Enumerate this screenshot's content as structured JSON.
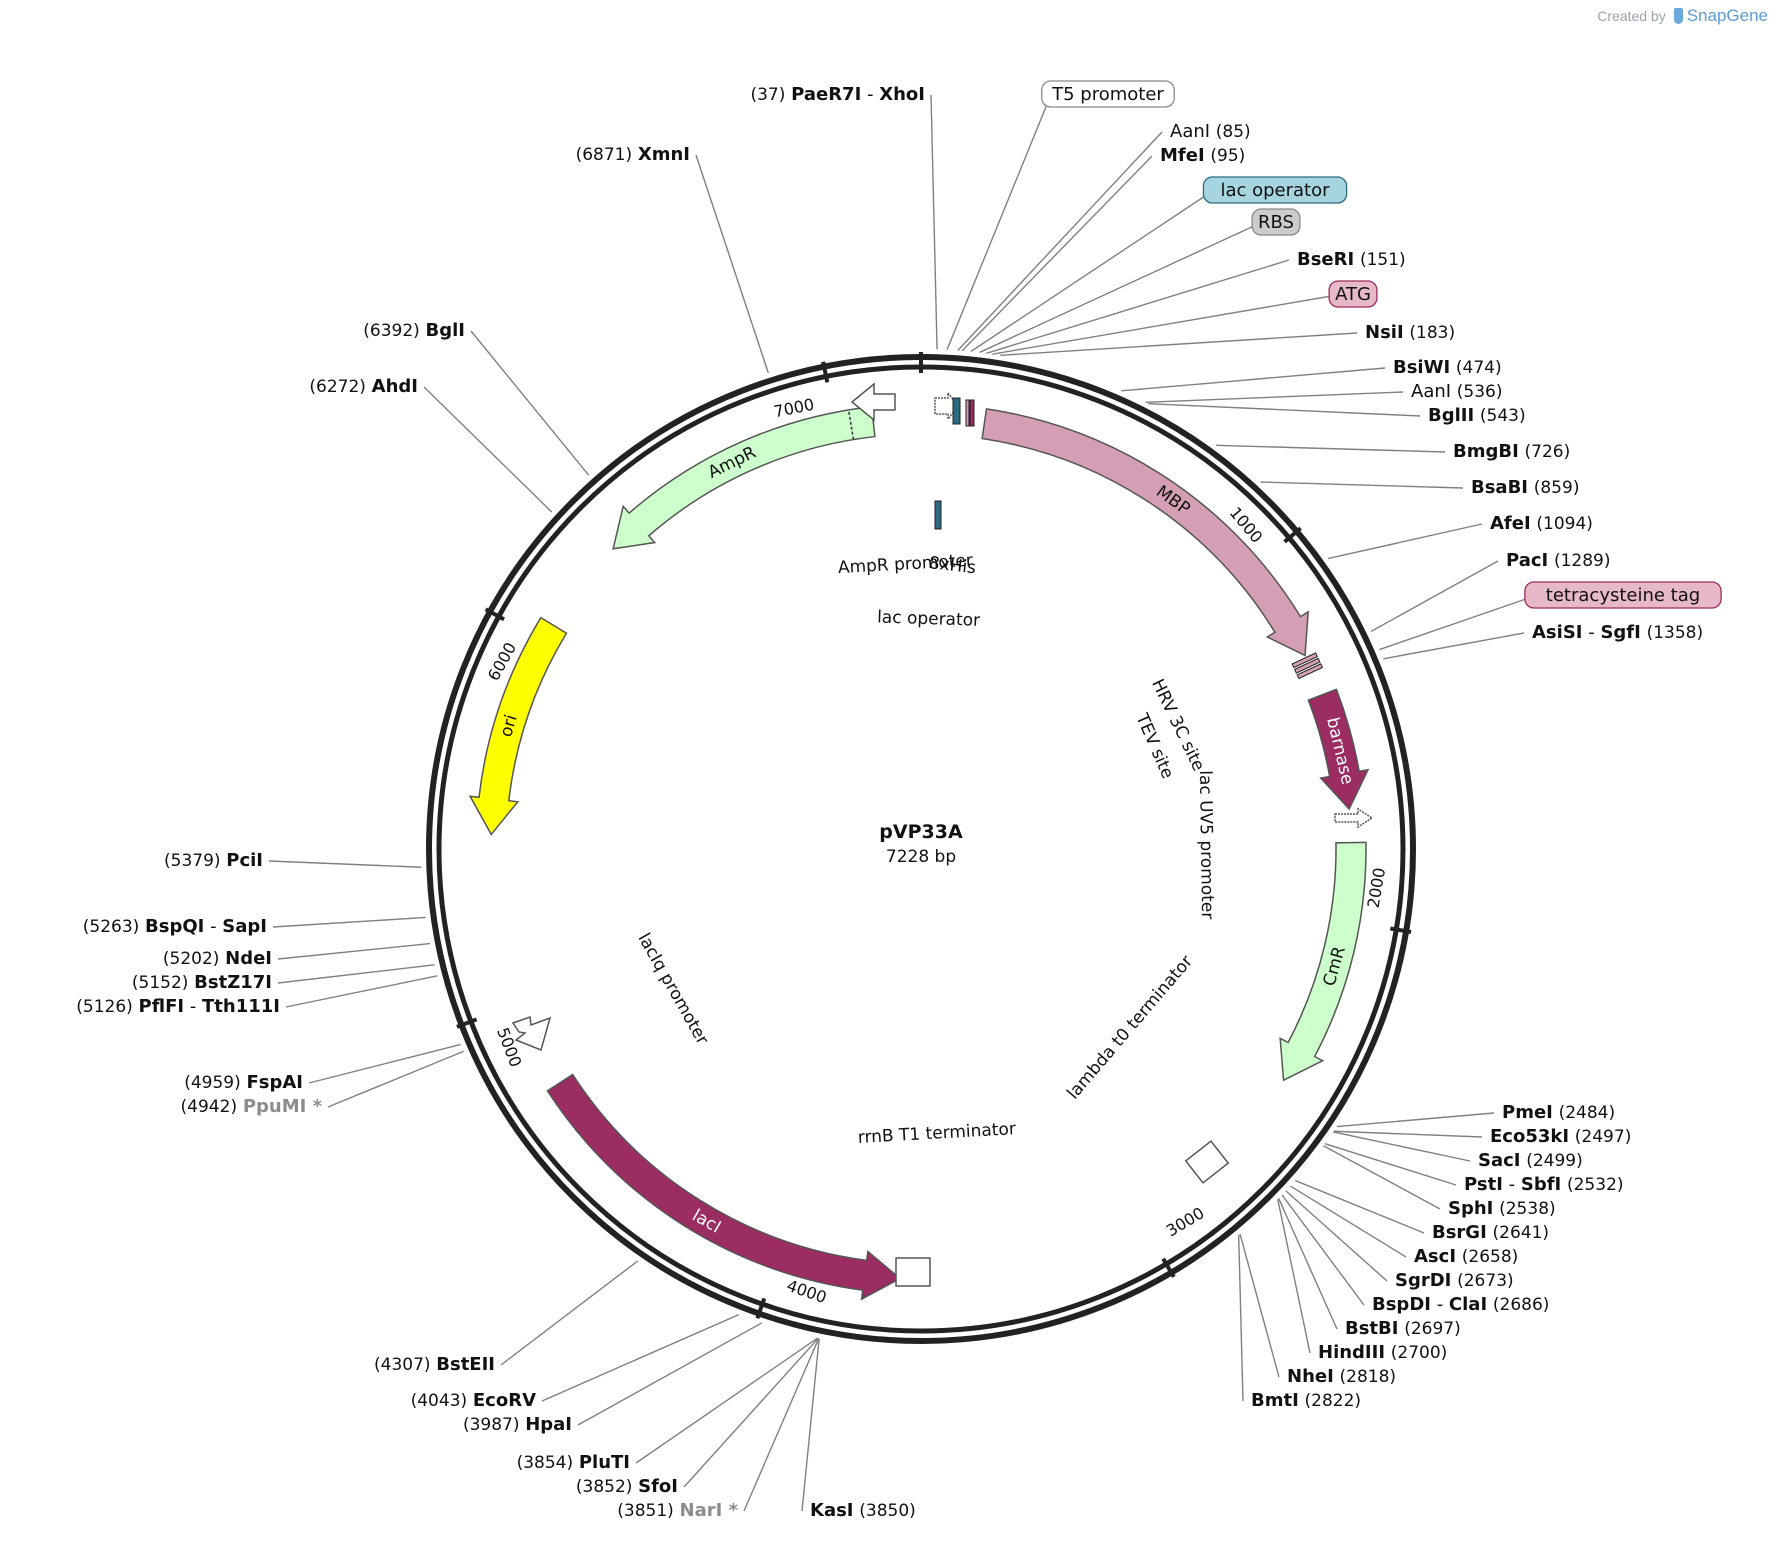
{
  "credit": {
    "prefix": "Created by",
    "brand": "SnapGene"
  },
  "plasmid": {
    "name": "pVP33A",
    "length_label": "7228 bp",
    "length_bp": 7228
  },
  "colors": {
    "backbone": "#222222",
    "leader": "#7f7f7f",
    "AmpR": "#ccffcc",
    "ori": "#ffff00",
    "lacI": "#9b2d62",
    "MBP": "#d49fb4",
    "barnase": "#9b2d62",
    "CmR": "#ccffcc",
    "lac_operator_fill": "#a6d4df",
    "lac_operator_feat": "#2a6b80",
    "RBS_fill": "#cccccc",
    "ATG_fill": "#e7b8c8",
    "tetracysteine_fill": "#e7b8c8",
    "grey_site": "#8c8c8c"
  },
  "tick_labels": [
    {
      "bp": 1000,
      "label": "1000"
    },
    {
      "bp": 2000,
      "label": "2000"
    },
    {
      "bp": 3000,
      "label": "3000"
    },
    {
      "bp": 4000,
      "label": "4000"
    },
    {
      "bp": 5000,
      "label": "5000"
    },
    {
      "bp": 6000,
      "label": "6000"
    },
    {
      "bp": 7000,
      "label": "7000"
    }
  ],
  "features": [
    {
      "name": "MBP",
      "start": 170,
      "end": 1270,
      "dir": 1,
      "color": "#d49fb4",
      "text_white": false
    },
    {
      "name": "barnase",
      "start": 1385,
      "end": 1700,
      "dir": 1,
      "color": "#9b2d62",
      "text_white": true
    },
    {
      "name": "CmR",
      "start": 1790,
      "end": 2460,
      "dir": 1,
      "color": "#ccffcc",
      "text_white": false
    },
    {
      "name": "lacI",
      "start": 3670,
      "end": 4760,
      "dir": -1,
      "color": "#9b2d62",
      "text_white": true
    },
    {
      "name": "ori",
      "start": 5460,
      "end": 6050,
      "dir": -1,
      "color": "#ffff00",
      "text_white": false
    },
    {
      "name": "AmpR",
      "start": 6310,
      "end": 7100,
      "dir": -1,
      "color": "#ccffcc",
      "text_white": false
    }
  ],
  "feature_labels": [
    {
      "text": "AmpR promoter",
      "bp": 7165,
      "r": 285
    },
    {
      "text": "8xHis",
      "bp": 127,
      "r": 285
    },
    {
      "text": "lac operator",
      "bp": 38,
      "r": 230
    },
    {
      "text": "HRV 3C site",
      "bp": 1290,
      "r": 285
    },
    {
      "text": "TEV site",
      "bp": 1330,
      "r": 255
    },
    {
      "text": "lac UV5 promoter",
      "bp": 1790,
      "r": 285
    },
    {
      "text": "lambda t0 terminator",
      "bp": 2620,
      "r": 275
    },
    {
      "text": "rrnB T1 terminator",
      "bp": 3550,
      "r": 285
    },
    {
      "text": "lacIq promoter",
      "bp": 4830,
      "r": 285
    }
  ],
  "sites": [
    {
      "label": "XhoI",
      "prefix": "PaeR7I",
      "pos": "(37)",
      "bold": true,
      "grey": false,
      "bp": 37
    },
    {
      "label": "XmnI",
      "pos": "(6871)",
      "bold": true,
      "grey": false,
      "bp": 6871
    },
    {
      "label": "BglI",
      "pos": "(6392)",
      "bold": true,
      "grey": false,
      "bp": 6392
    },
    {
      "label": "AhdI",
      "pos": "(6272)",
      "bold": true,
      "grey": false,
      "bp": 6272
    },
    {
      "label": "T5 promoter",
      "box": "white",
      "bp": 60
    },
    {
      "label": "AanI",
      "pos": "(85)",
      "bold": false,
      "grey": false,
      "bp": 85
    },
    {
      "label": "MfeI",
      "pos": "(95)",
      "bold": true,
      "grey": false,
      "bp": 95
    },
    {
      "label": "lac operator",
      "box": "teal",
      "bp": 115
    },
    {
      "label": "RBS",
      "box": "grey",
      "bp": 135
    },
    {
      "label": "BseRI",
      "pos": "(151)",
      "bold": true,
      "grey": false,
      "bp": 151
    },
    {
      "label": "ATG",
      "box": "pink",
      "bp": 165
    },
    {
      "label": "NsiI",
      "pos": "(183)",
      "bold": true,
      "grey": false,
      "bp": 183
    },
    {
      "label": "BsiWI",
      "pos": "(474)",
      "bold": true,
      "grey": false,
      "bp": 474
    },
    {
      "label": "AanI",
      "pos": "(536)",
      "bold": false,
      "grey": false,
      "bp": 536
    },
    {
      "label": "BglII",
      "pos": "(543)",
      "bold": true,
      "grey": false,
      "bp": 543
    },
    {
      "label": "BmgBI",
      "pos": "(726)",
      "bold": true,
      "grey": false,
      "bp": 726
    },
    {
      "label": "BsaBI",
      "pos": "(859)",
      "bold": true,
      "grey": false,
      "bp": 859
    },
    {
      "label": "AfeI",
      "pos": "(1094)",
      "bold": true,
      "grey": false,
      "bp": 1094
    },
    {
      "label": "PacI",
      "pos": "(1289)",
      "bold": true,
      "grey": false,
      "bp": 1289
    },
    {
      "label": "tetracysteine tag",
      "box": "pink",
      "bp": 1335
    },
    {
      "label": "SgfI",
      "prefix": "AsiSI",
      "pos": "(1358)",
      "bold": true,
      "grey": false,
      "bp": 1358
    },
    {
      "label": "PmeI",
      "pos": "(2484)",
      "bold": true,
      "grey": false,
      "bp": 2484
    },
    {
      "label": "Eco53kI",
      "pos": "(2497)",
      "bold": true,
      "grey": false,
      "bp": 2497
    },
    {
      "label": "SacI",
      "pos": "(2499)",
      "bold": true,
      "grey": false,
      "bp": 2499
    },
    {
      "label": "SbfI",
      "prefix": "PstI",
      "pos": "(2532)",
      "bold": true,
      "grey": false,
      "bp": 2532
    },
    {
      "label": "SphI",
      "pos": "(2538)",
      "bold": true,
      "grey": false,
      "bp": 2538
    },
    {
      "label": "BsrGI",
      "pos": "(2641)",
      "bold": true,
      "grey": false,
      "bp": 2641
    },
    {
      "label": "AscI",
      "pos": "(2658)",
      "bold": true,
      "grey": false,
      "bp": 2658
    },
    {
      "label": "SgrDI",
      "pos": "(2673)",
      "bold": true,
      "grey": false,
      "bp": 2673
    },
    {
      "label": "ClaI",
      "prefix": "BspDI",
      "pos": "(2686)",
      "bold": true,
      "grey": false,
      "bp": 2686
    },
    {
      "label": "BstBI",
      "pos": "(2697)",
      "bold": true,
      "grey": false,
      "bp": 2697
    },
    {
      "label": "HindIII",
      "pos": "(2700)",
      "bold": true,
      "grey": false,
      "bp": 2700
    },
    {
      "label": "NheI",
      "pos": "(2818)",
      "bold": true,
      "grey": false,
      "bp": 2818
    },
    {
      "label": "BmtI",
      "pos": "(2822)",
      "bold": true,
      "grey": false,
      "bp": 2822
    },
    {
      "label": "KasI",
      "pos": "(3850)",
      "bold": true,
      "grey": false,
      "bp": 3850
    },
    {
      "label": "NarI *",
      "pos": "(3851)",
      "bold": true,
      "grey": true,
      "bp": 3851
    },
    {
      "label": "SfoI",
      "pos": "(3852)",
      "bold": true,
      "grey": false,
      "bp": 3852
    },
    {
      "label": "PluTI",
      "pos": "(3854)",
      "bold": true,
      "grey": false,
      "bp": 3854
    },
    {
      "label": "HpaI",
      "pos": "(3987)",
      "bold": true,
      "grey": false,
      "bp": 3987
    },
    {
      "label": "EcoRV",
      "pos": "(4043)",
      "bold": true,
      "grey": false,
      "bp": 4043
    },
    {
      "label": "BstEII",
      "pos": "(4307)",
      "bold": true,
      "grey": false,
      "bp": 4307
    },
    {
      "label": "PpuMI *",
      "pos": "(4942)",
      "bold": true,
      "grey": true,
      "bp": 4942
    },
    {
      "label": "FspAI",
      "pos": "(4959)",
      "bold": true,
      "grey": false,
      "bp": 4959
    },
    {
      "label": "Tth111I",
      "prefix": "PflFI",
      "pos": "(5126)",
      "bold": true,
      "grey": false,
      "bp": 5126
    },
    {
      "label": "BstZ17I",
      "pos": "(5152)",
      "bold": true,
      "grey": false,
      "bp": 5152
    },
    {
      "label": "NdeI",
      "pos": "(5202)",
      "bold": true,
      "grey": false,
      "bp": 5202
    },
    {
      "label": "SapI",
      "prefix": "BspQI",
      "pos": "(5263)",
      "bold": true,
      "grey": false,
      "bp": 5263
    },
    {
      "label": "PciI",
      "pos": "(5379)",
      "bold": true,
      "grey": false,
      "bp": 5379
    }
  ]
}
